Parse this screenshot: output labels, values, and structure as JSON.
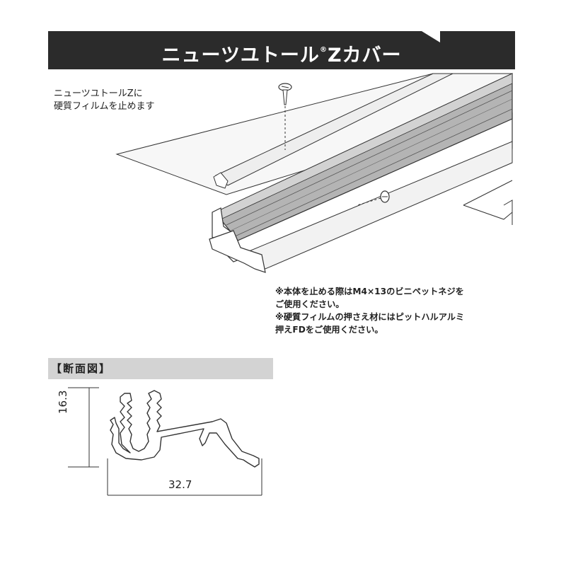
{
  "title": {
    "main": "ニューツユトール",
    "mark": "®",
    "suffix": "Zカバー"
  },
  "callout": {
    "line1": "ニューツユトールZに",
    "line2": "硬質フィルムを止めます"
  },
  "notes": [
    "※本体を止める際はM4×13のビニペットネジを",
    "ご使用ください。",
    "※硬質フィルムの押さえ材にはピットハルアルミ",
    "押えFDをご使用ください。"
  ],
  "section": {
    "label": "【断面図】"
  },
  "dimensions": {
    "height": "16.3",
    "width": "32.7"
  }
}
